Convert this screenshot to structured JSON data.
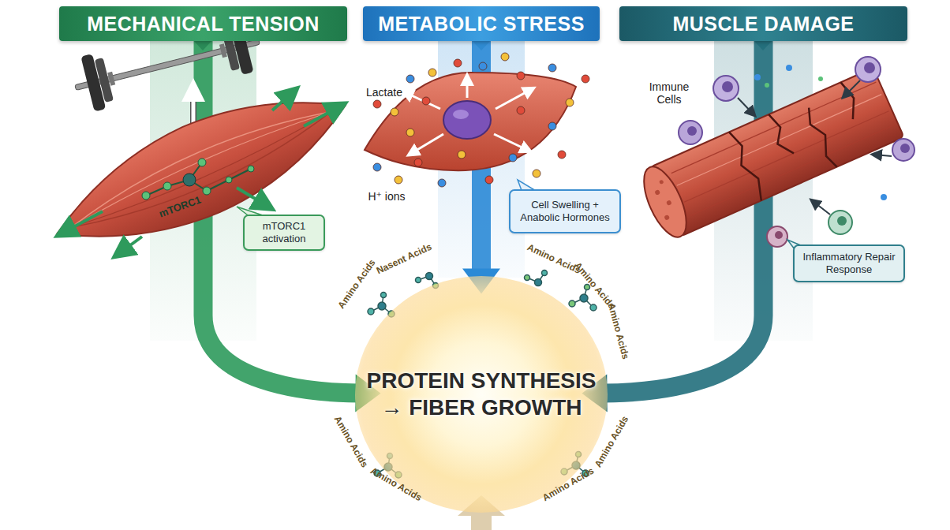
{
  "diagram": {
    "nodes": [
      {
        "text": [
          "MECHANICAL TENSION"
        ]
      },
      {
        "text": [
          "METABOLIC STRESS"
        ]
      },
      {
        "text": [
          "MUSCLE DAMAGE"
        ]
      },
      {
        "text": [
          "mTORC1 activation"
        ]
      },
      {
        "text": [
          "Cell Swelling + Anabolic Hormones"
        ]
      },
      {
        "text": [
          "Inflammatory Repair Response"
        ]
      },
      {
        "text": [
          "PROTEIN SYNTHESIS → FIBER GROWTH"
        ]
      }
    ],
    "edges": [
      {
        "from": 0,
        "to": 6,
        "arrow": "to"
      },
      {
        "from": 1,
        "to": 6,
        "arrow": "to"
      },
      {
        "from": 2,
        "to": 6,
        "arrow": "to"
      }
    ],
    "labels": [
      "mTORC1",
      "Lactate",
      "H⁺ ions",
      "Immune Cells",
      "Amino Acids",
      "Nasent Acids",
      "Amino Acids",
      "Amino Acids",
      "Amino Acids",
      "Amino Acids",
      "Amino Acids",
      "Amino Acids",
      "Amino Acids"
    ]
  }
}
